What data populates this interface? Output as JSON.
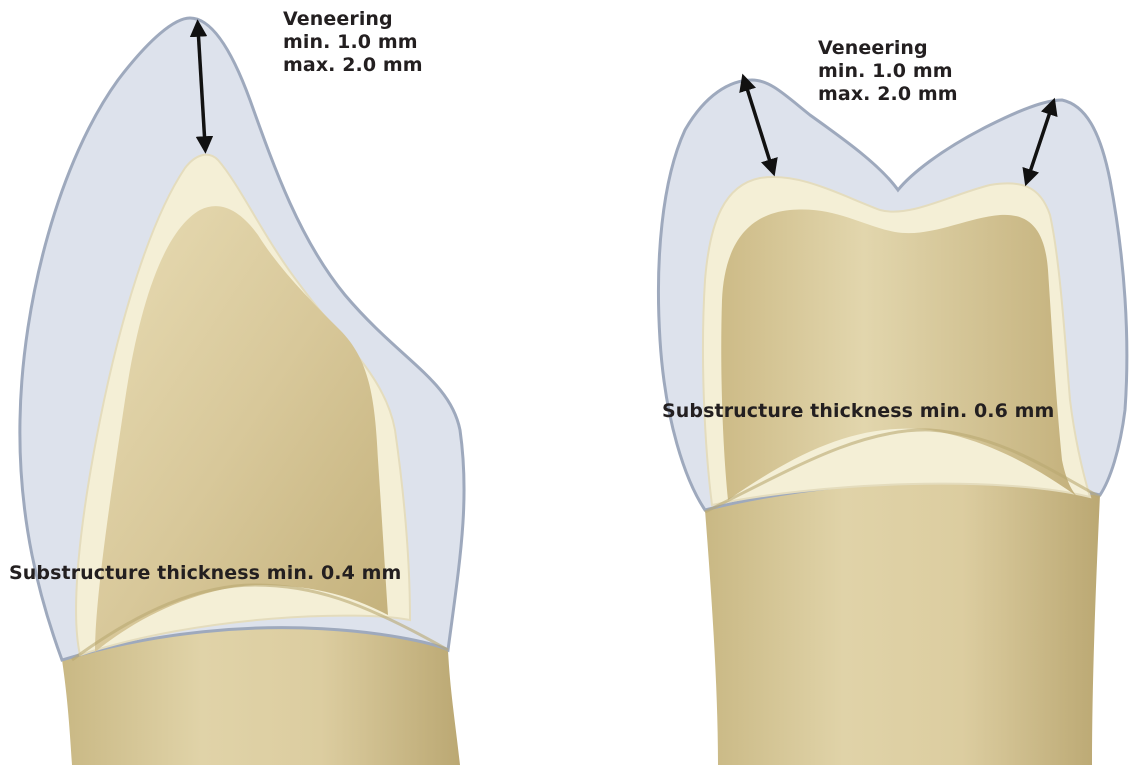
{
  "left_tooth": {
    "veneering": {
      "title": "Veneering",
      "min": "min. 1.0 mm",
      "max": "max. 2.0 mm"
    },
    "substructure": "Substructure thickness min. 0.4 mm"
  },
  "right_tooth": {
    "veneering": {
      "title": "Veneering",
      "min": "min. 1.0 mm",
      "max": "max. 2.0 mm"
    },
    "substructure": "Substructure thickness min. 0.6 mm"
  },
  "colors": {
    "veneer": "#dde2ec",
    "veneer_outline": "#9ea9bd",
    "substructure": "#f4efd6",
    "tooth": "#d6c79d",
    "tooth_shadow": "#b9a872",
    "text": "#231f20"
  }
}
